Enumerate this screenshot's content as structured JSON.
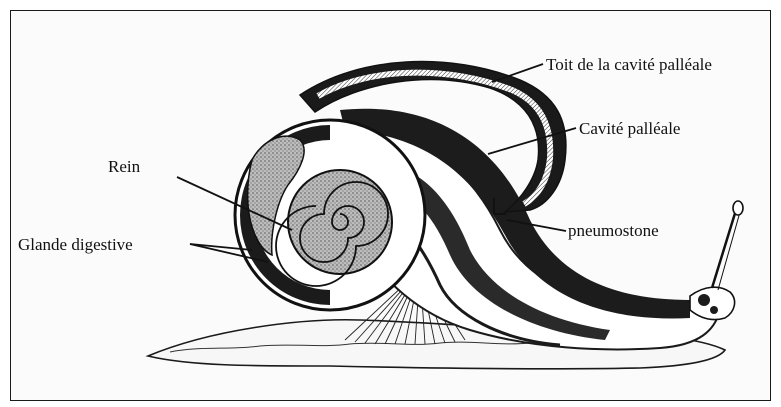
{
  "diagram": {
    "labels": {
      "toit": "Toit de la cavité palléale",
      "cavite": "Cavité palléale",
      "rein": "Rein",
      "pneumostone": "pneumostone",
      "glande": "Glande digestive"
    },
    "colors": {
      "ink": "#111111",
      "shell_dark": "#1b1b1b",
      "foot_fill": "#f7f7f7",
      "gland_fill": "#9a9a9a",
      "background": "#fbfbfb"
    }
  }
}
